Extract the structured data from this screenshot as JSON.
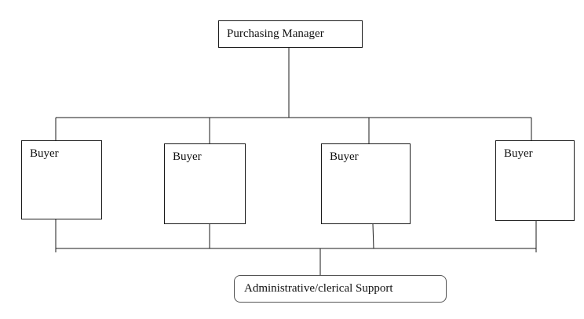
{
  "diagram": {
    "manager": {
      "label": "Purchasing Manager"
    },
    "buyers": [
      {
        "label": "Buyer"
      },
      {
        "label": "Buyer"
      },
      {
        "label": "Buyer"
      },
      {
        "label": "Buyer"
      }
    ],
    "support": {
      "label": "Administrative/clerical Support"
    }
  }
}
